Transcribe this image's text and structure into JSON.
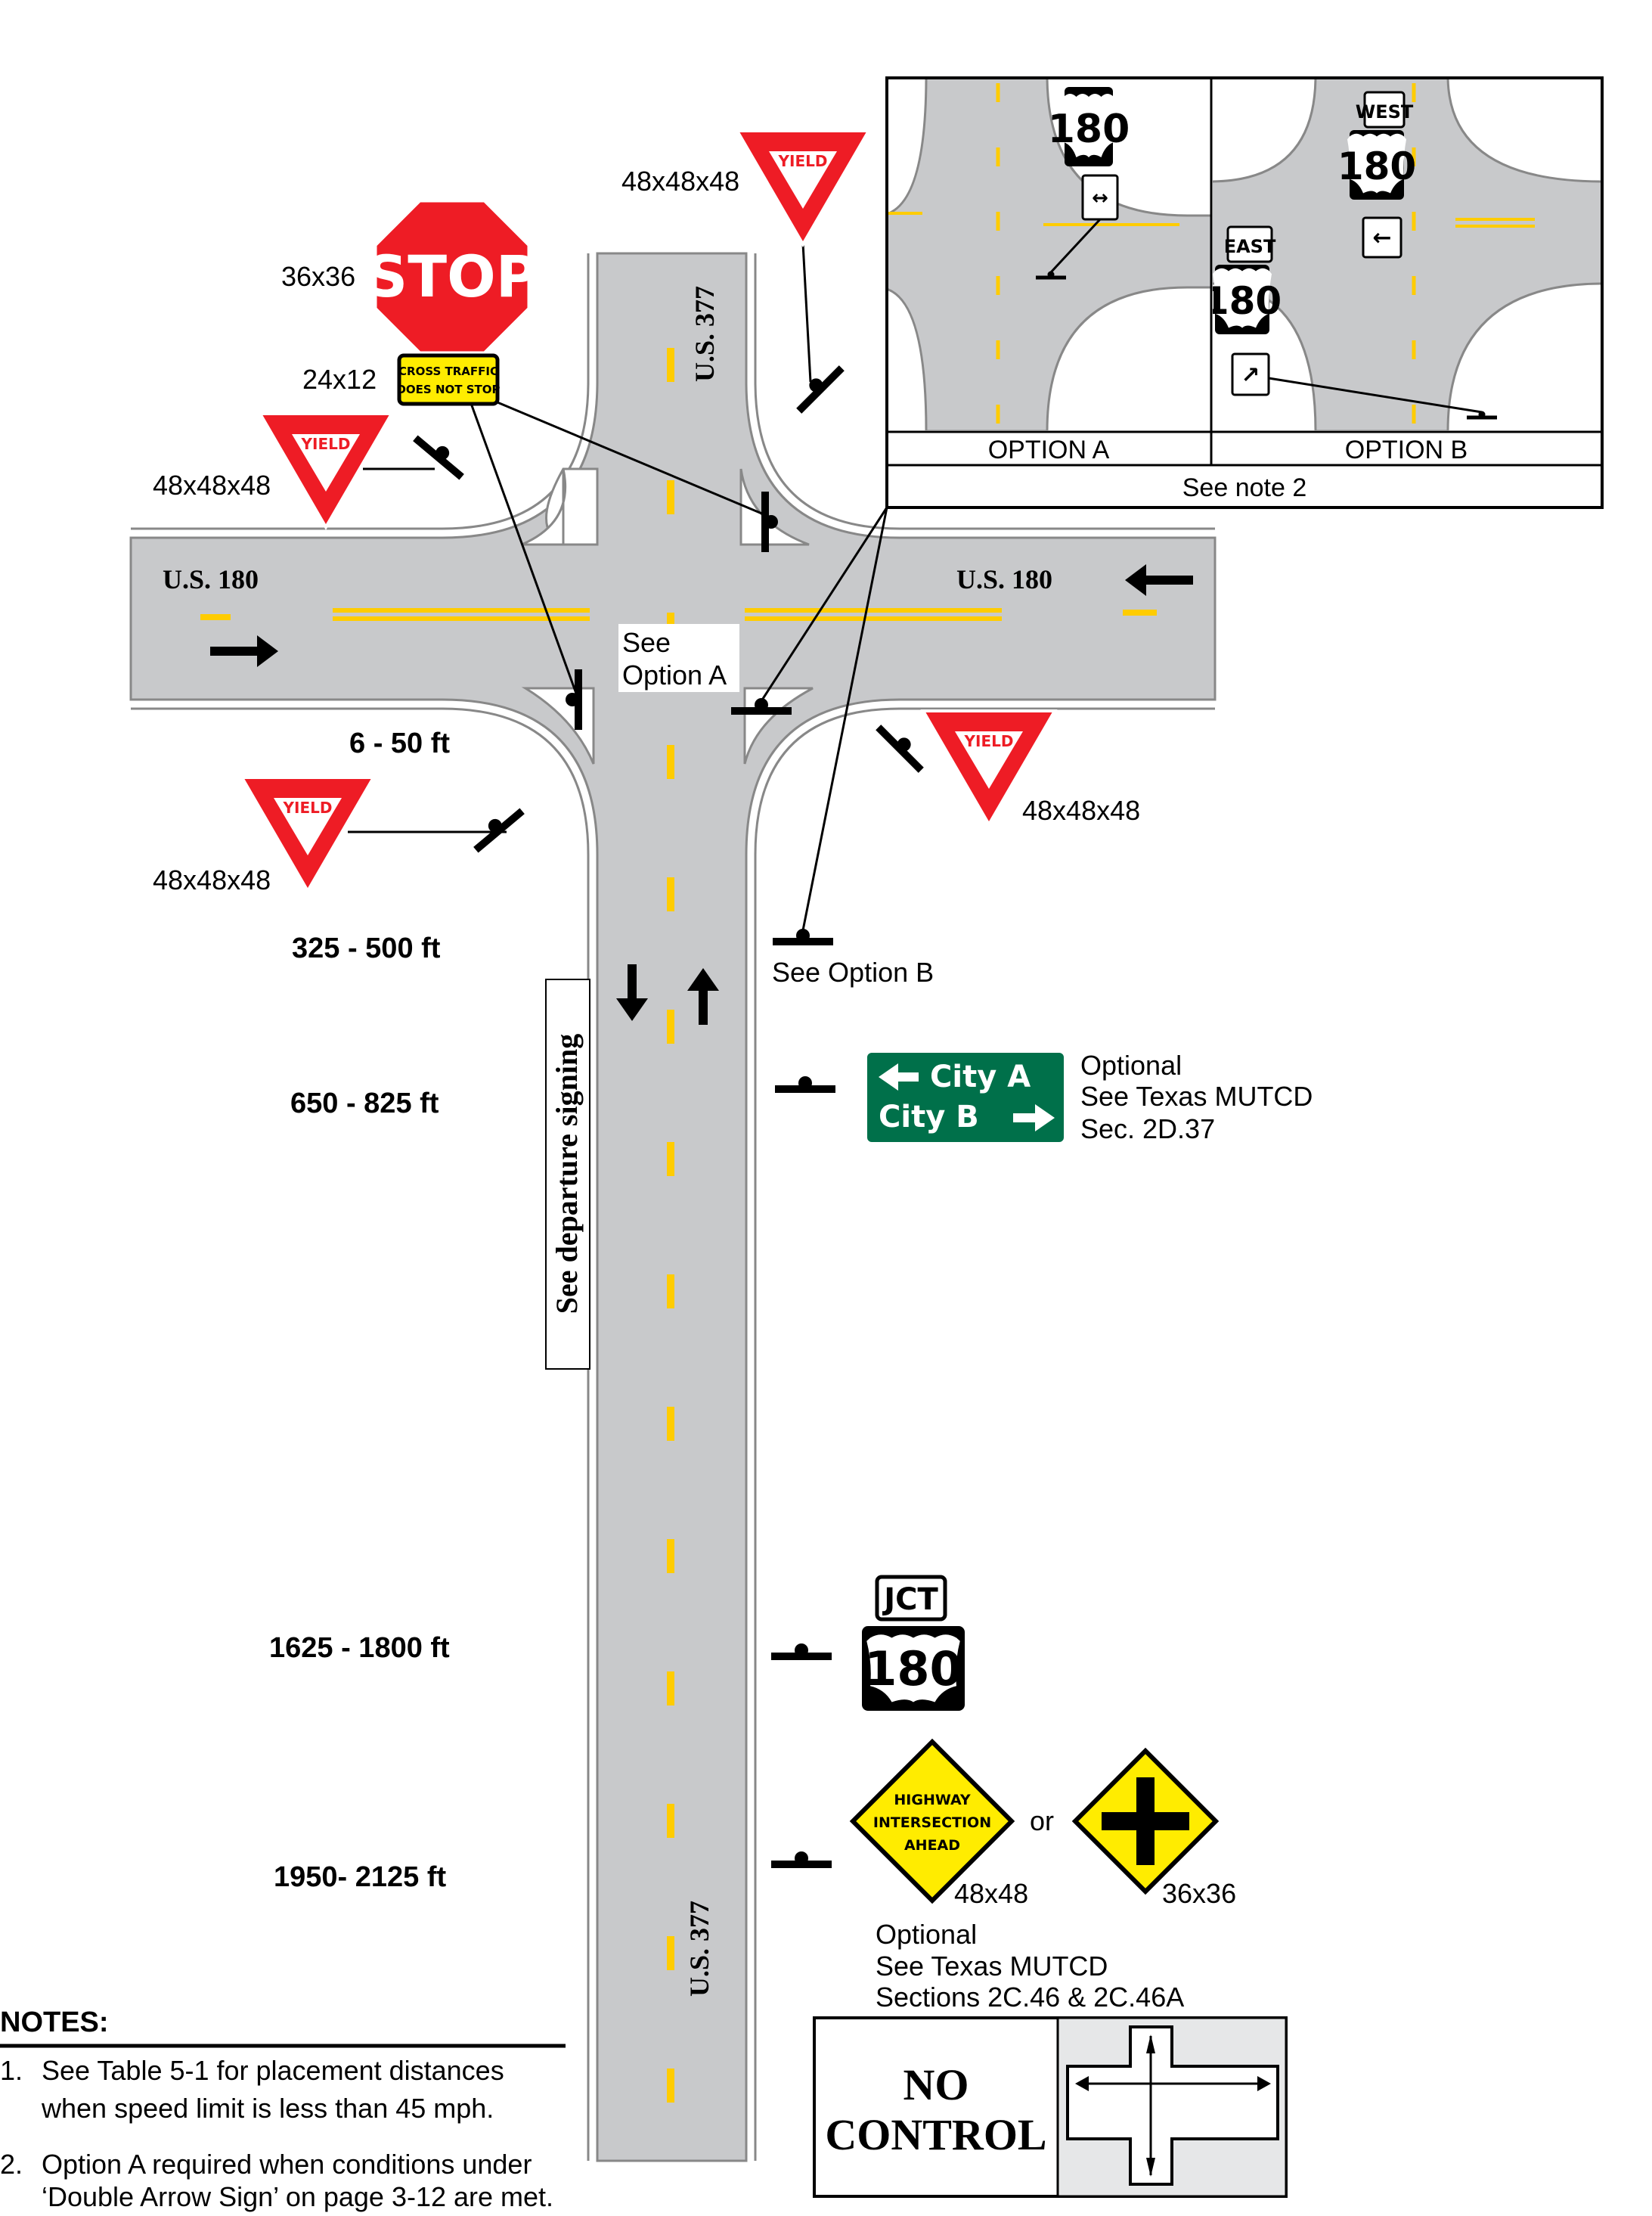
{
  "roads": {
    "main_road": "U.S. 180",
    "side_road": "U.S. 377"
  },
  "signs": {
    "stop": {
      "text": "STOP",
      "size": "36x36"
    },
    "cross_traffic_plaque": {
      "line1": "CROSS  TRAFFIC",
      "line2": "DOES  NOT  STOP",
      "size": "24x12"
    },
    "yield": {
      "text": "YIELD",
      "size": "48x48x48"
    },
    "route_shield": "180",
    "jct": "JCT",
    "west": "WEST",
    "east": "EAST",
    "guide": {
      "line1": "City A",
      "line2": "City B"
    },
    "intersection_ahead": {
      "line1": "HIGHWAY",
      "line2": "INTERSECTION",
      "line3": "AHEAD",
      "size": "48x48"
    },
    "cross_symbol_size": "36x36",
    "or": "or"
  },
  "distances": [
    "6 - 50 ft",
    "325 - 500 ft",
    "650 - 825 ft",
    "1625 - 1800 ft",
    "1950-  2125 ft"
  ],
  "callouts": {
    "see_option_a": [
      "See",
      "Option A"
    ],
    "see_option_b": "See Option B",
    "departure": "See departure signing",
    "guide_note": [
      "Optional",
      "See Texas MUTCD",
      "Sec. 2D.37"
    ],
    "warning_note": [
      "Optional",
      "See Texas MUTCD",
      "Sections 2C.46 & 2C.46A"
    ]
  },
  "inset": {
    "option_a": "OPTION A",
    "option_b": "OPTION B",
    "note": "See note 2"
  },
  "legend": {
    "line1": "NO",
    "line2": "CONTROL"
  },
  "notes": {
    "title": "NOTES:",
    "items": [
      {
        "num": "1.",
        "line1": "See Table 5-1 for placement distances",
        "line2": "when speed limit is less than 45 mph."
      },
      {
        "num": "2.",
        "line1": "Option A required when conditions under",
        "line2": "‘Double Arrow Sign’ on page 3-12 are met."
      }
    ]
  },
  "colors": {
    "road": "#c8c9cb",
    "yellow_line": "#ffcc00",
    "stop_red": "#ee1c25",
    "guide_green": "#00704a",
    "warning_yellow": "#ffec00"
  }
}
